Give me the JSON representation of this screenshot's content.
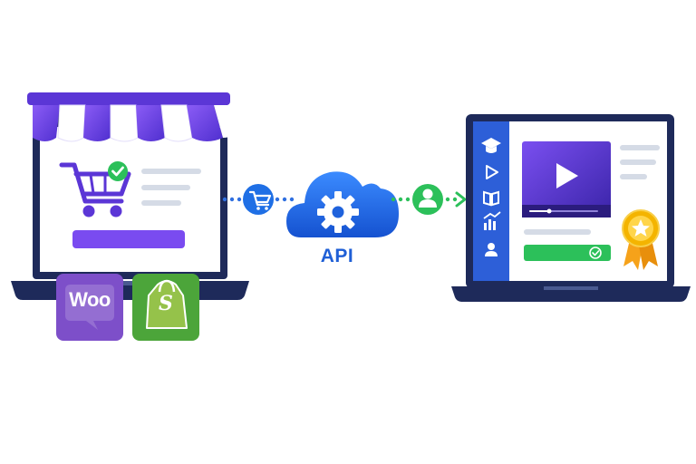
{
  "api": {
    "label": "API"
  },
  "logos": {
    "woocommerce_text": "Woo",
    "shopify_glyph": "S"
  },
  "icons": {
    "store": "storefront-awning-icon",
    "cart": "shopping-cart-icon",
    "check": "check-circle-icon",
    "gear": "gear-icon",
    "cloud": "cloud-icon",
    "user": "user-icon",
    "arrow": "arrow-right-icon",
    "play": "play-icon",
    "award": "award-badge-icon",
    "graduation": "graduation-cap-icon",
    "book": "book-icon",
    "chart": "chart-icon"
  },
  "colors": {
    "purple": "#6a3fe0",
    "navy": "#1e2a5a",
    "blue": "#1f6fe5",
    "green": "#2cc05a",
    "shopify_green": "#4ca53a",
    "woo_purple": "#7d4fc9",
    "gold": "#f4b400"
  }
}
